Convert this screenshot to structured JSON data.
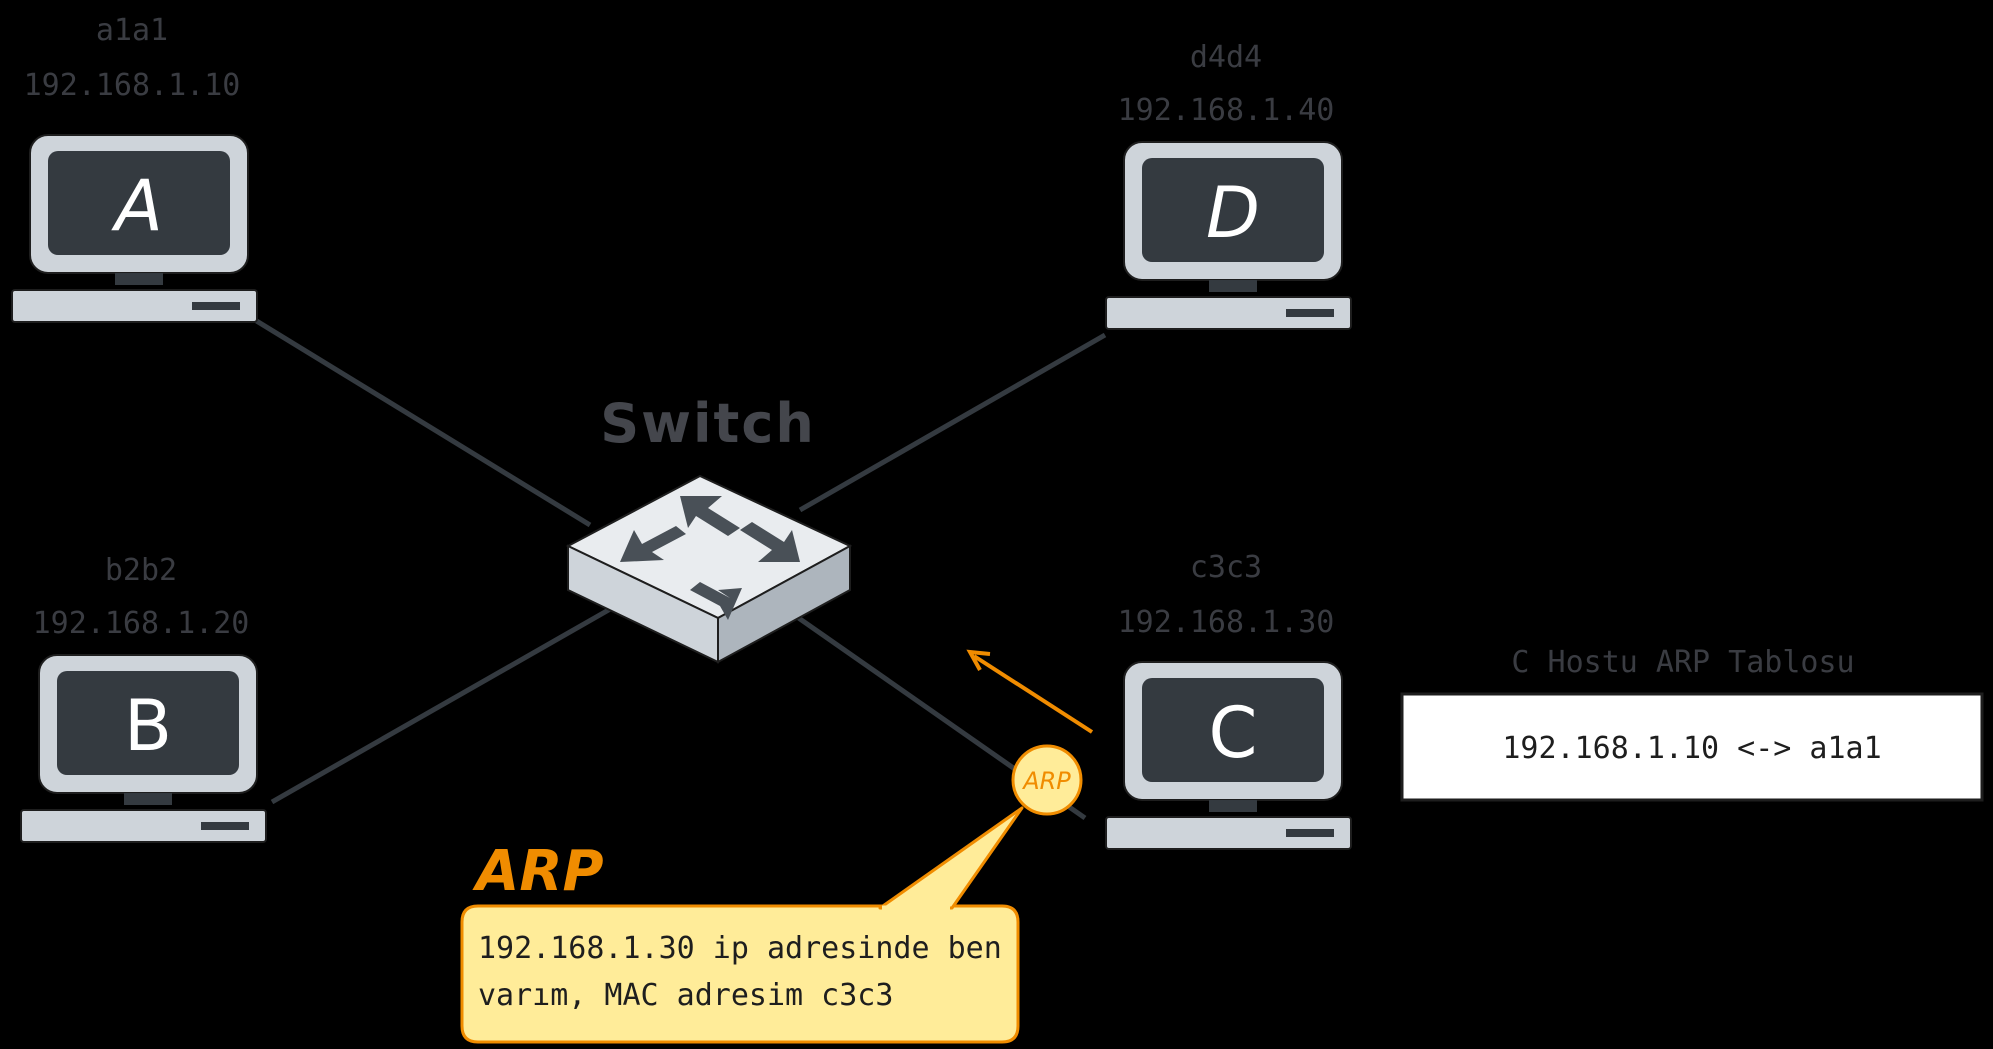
{
  "hosts": {
    "a": {
      "mac": "a1a1",
      "ip": "192.168.1.10",
      "letter": "A"
    },
    "b": {
      "mac": "b2b2",
      "ip": "192.168.1.20",
      "letter": "B"
    },
    "c": {
      "mac": "c3c3",
      "ip": "192.168.1.30",
      "letter": "C"
    },
    "d": {
      "mac": "d4d4",
      "ip": "192.168.1.40",
      "letter": "D"
    }
  },
  "switch": {
    "label": "Switch"
  },
  "arp": {
    "badge": "ARP",
    "title": "ARP",
    "message_line1": "192.168.1.30 ip adresinde ben",
    "message_line2": "varım, MAC adresim c3c3"
  },
  "arp_table": {
    "title": "C Hostu ARP Tablosu",
    "entry": "192.168.1.10 <-> a1a1"
  },
  "colors": {
    "background": "#000000",
    "computer_body": "#ced4da",
    "computer_screen": "#343a40",
    "link_line": "#343a40",
    "arp_accent": "#f08c00",
    "callout_fill": "#ffec99"
  }
}
